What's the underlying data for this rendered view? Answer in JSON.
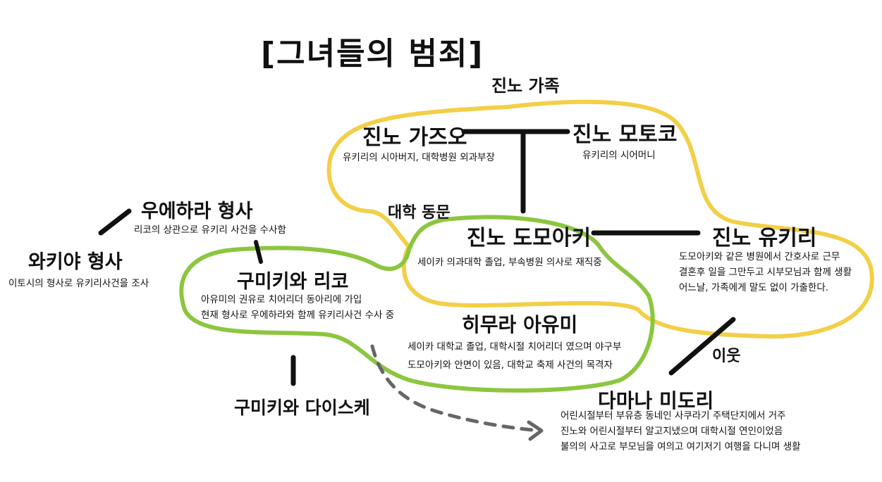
{
  "title": "[그녀들의 범죄]",
  "groups": {
    "family_label": "진노 가족",
    "university_label": "대학 동문",
    "neighbor_label": "이웃"
  },
  "people": {
    "kazuo": {
      "name": "진노 가즈오",
      "desc": "유키리의 시아버지, 대학병원 외과부장"
    },
    "motoko": {
      "name": "진노 모토코",
      "desc": "유키리의 시어머니"
    },
    "tomoaki": {
      "name": "진노 도모아키",
      "desc": "세이카 의과대학 졸업, 부속병원 의사로 재직중"
    },
    "yukiri": {
      "name": "진노 유키리",
      "desc": [
        "도모아키와 같은 병원에서 간호사로 근무",
        "결혼후 일을 그만두고 시부모님과 함께 생활",
        "어느날, 가족에게 말도 없이 가출한다."
      ]
    },
    "uehara": {
      "name": "우에하라 형사",
      "desc": "리코의 상관으로 유키리 사건을 수사함"
    },
    "wakiya": {
      "name": "와키야 형사",
      "desc": "이토시의 형사로 유키리사건을 조사"
    },
    "riko": {
      "name": "구미키와 리코",
      "desc": [
        "아유미의 권유로 치어리더 동아리에 가입",
        "현재 형사로 우에하라와 함께 유키리사건 수사 중"
      ]
    },
    "ayumi": {
      "name": "히무라 아유미",
      "desc": [
        "세이카 대학교 졸업, 대학시절 치어리더 였으며 야구부",
        "도모아키와 안면이 있음, 대학교 축제 사건의 목격자"
      ]
    },
    "daisuke": {
      "name": "구미키와 다이스케"
    },
    "midori": {
      "name": "다마나 미도리",
      "desc": [
        "어린시절부터 부유층 동네인 사쿠라기 주택단지에서 거주",
        "진노와 어린시절부터 알고지냈으며 대학시절 연인이었음",
        "불의의 사고로 부모님을 여의고 여기저기 여행을 다니며 생활"
      ]
    }
  },
  "colors": {
    "family": "#f3cf47",
    "university": "#8cc63f",
    "line": "#111111",
    "arrow": "#666666"
  }
}
